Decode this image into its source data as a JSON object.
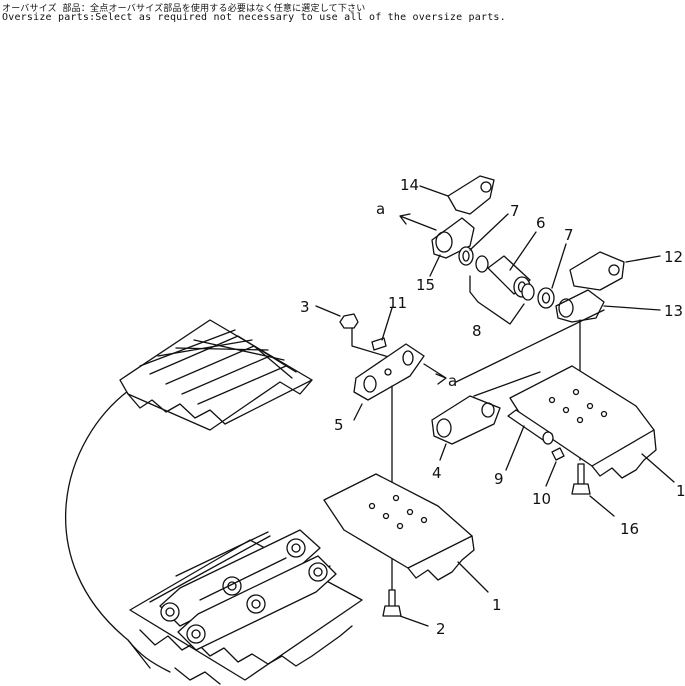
{
  "notes": {
    "japanese": "オーバサイズ 部品：全点オーバサイズ部品を使用する必要はなく任意に選定して下さい",
    "english": "Oversize parts:Select as required not necessary to use all of the oversize parts."
  },
  "callouts": {
    "p1a": "1",
    "p1b": "1",
    "p2": "2",
    "p3": "3",
    "p4": "4",
    "p5": "5",
    "p6": "6",
    "p7a": "7",
    "p7b": "7",
    "p8": "8",
    "p9": "9",
    "p10": "10",
    "p11": "11",
    "p12": "12",
    "p13": "13",
    "p14": "14",
    "p15": "15",
    "p16": "16",
    "a1": "a",
    "a2": "a"
  }
}
